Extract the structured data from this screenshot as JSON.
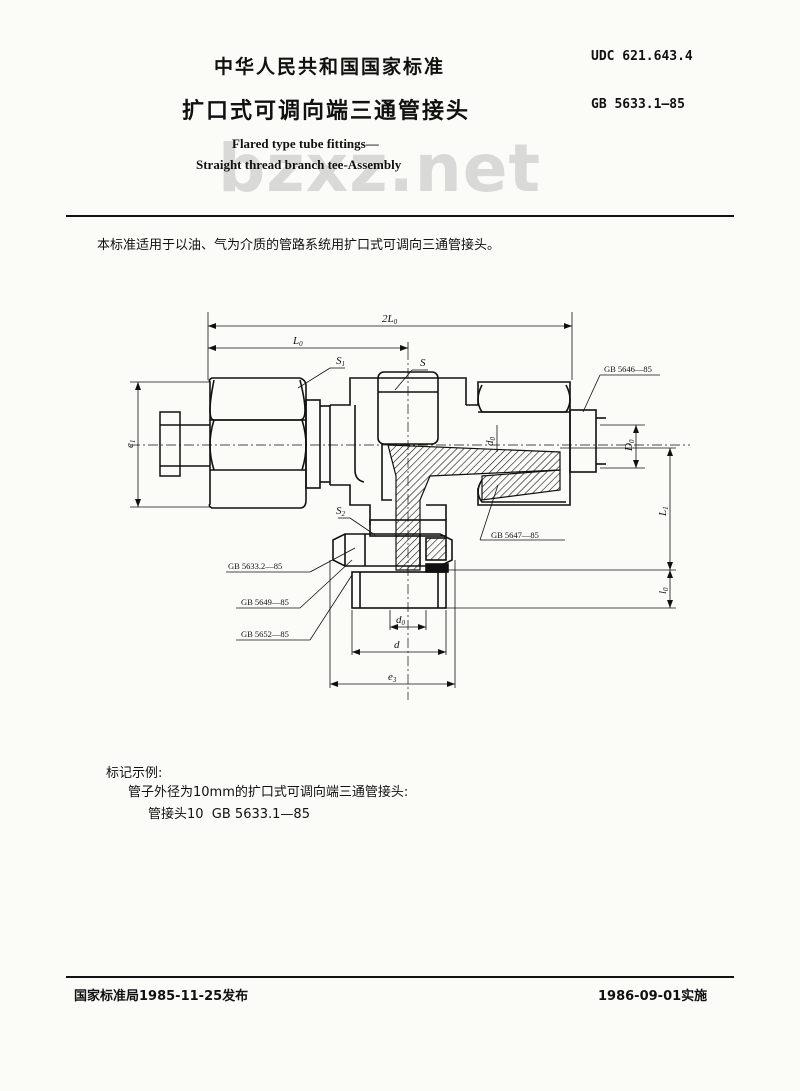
{
  "header": {
    "org": "中华人民共和国国家标准",
    "title_cn": "扩口式可调向端三通管接头",
    "udc": "UDC 621.643.4",
    "standard_no": "GB 5633.1—85",
    "title_en_1": "Flared type tube fittings—",
    "title_en_2": "Straight thread branch tee-Assembly",
    "watermark": "bzxz.net"
  },
  "body": {
    "scope": "本标准适用于以油、气为介质的管路系统用扩口式可调向三通管接头。"
  },
  "drawing": {
    "dims": {
      "two_l0": "2L",
      "two_l0_sub": "0",
      "l0": "L",
      "l0_sub": "0",
      "s1": "S",
      "s1_sub": "1",
      "s": "S",
      "s2": "S",
      "s2_sub": "2",
      "e1": "e",
      "e1_sub": "1",
      "d0_v": "d",
      "d0_v_sub": "0",
      "D0": "D",
      "D0_sub": "0",
      "L1": "L",
      "L1_sub": "1",
      "l0_v": "l",
      "l0_v_sub": "0",
      "d0_h": "d",
      "d0_h_sub": "0",
      "d": "d",
      "e": "e",
      "e_sub": "3"
    },
    "refs": {
      "gb5646": "GB 5646—85",
      "gb5647": "GB 5647—85",
      "gb5633_2": "GB 5633.2—85",
      "gb5649": "GB 5649—85",
      "gb5652": "GB 5652—85"
    }
  },
  "example": {
    "heading": "标记示例:",
    "line1": "管子外径为10mm的扩口式可调向端三通管接头:",
    "line2": "管接头10  GB 5633.1—85"
  },
  "footer": {
    "issued": "国家标准局1985-11-25发布",
    "implemented": "1986-09-01实施"
  }
}
